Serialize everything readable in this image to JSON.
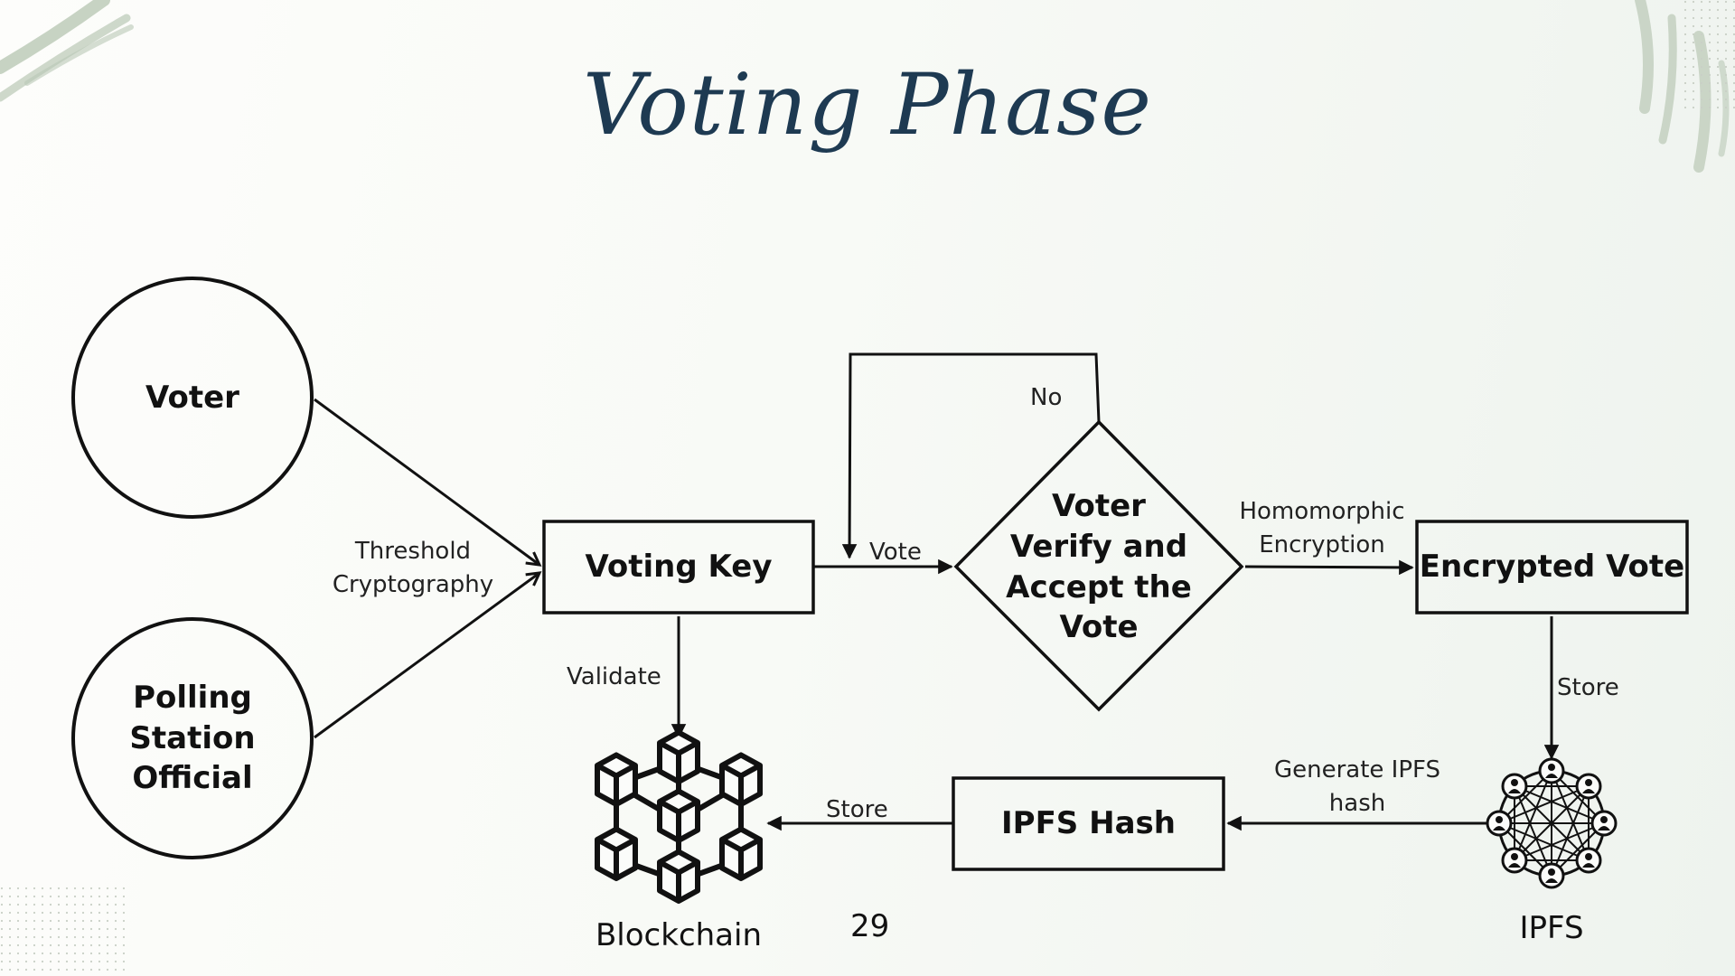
{
  "slide": {
    "title": "Voting Phase",
    "page_number": "29"
  },
  "nodes": {
    "voter": "Voter",
    "official": "Polling Station Official",
    "voting_key": "Voting Key",
    "decision": "Voter Verify and Accept the Vote",
    "encrypted_vote": "Encrypted Vote",
    "ipfs_hash": "IPFS Hash",
    "blockchain": "Blockchain",
    "ipfs": "IPFS"
  },
  "edges": {
    "threshold": "Threshold Cryptography",
    "vote": "Vote",
    "no": "No",
    "homomorphic": "Homomorphic Encryption",
    "validate": "Validate",
    "store_ipfs": "Store",
    "generate_hash": "Generate IPFS hash",
    "store_chain": "Store"
  },
  "icons": {
    "blockchain": "blockchain-cubes-icon",
    "ipfs": "network-people-icon"
  },
  "colors": {
    "title": "#1e3a52",
    "stroke": "#111111",
    "decor": "#b5c4b1"
  }
}
